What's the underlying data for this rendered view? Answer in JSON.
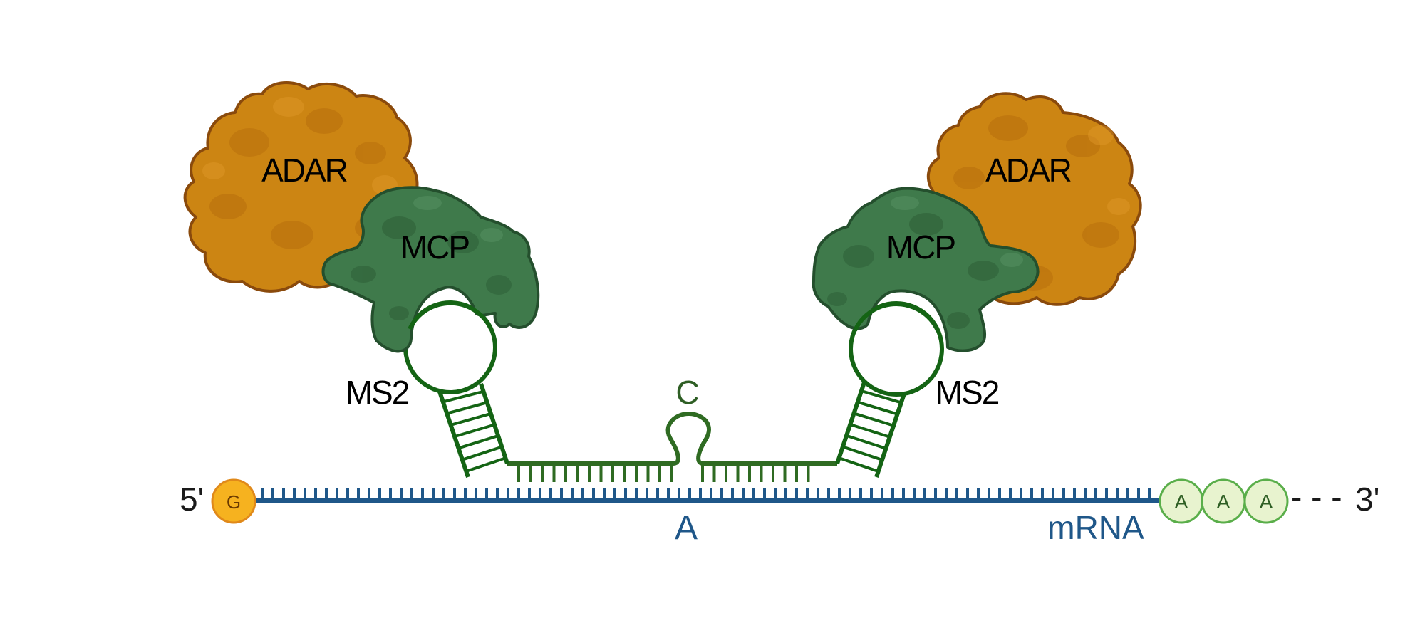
{
  "labels": {
    "adar_left": "ADAR",
    "adar_right": "ADAR",
    "mcp_left": "MCP",
    "mcp_right": "MCP",
    "ms2_left": "MS2",
    "ms2_right": "MS2",
    "c_base": "C",
    "a_base": "A",
    "mrna": "mRNA",
    "five_prime": "5'",
    "three_prime": "3'",
    "cap": "G",
    "polyA": [
      "A",
      "A",
      "A"
    ],
    "tail_dashes": "- - -"
  },
  "colors": {
    "adar_fill": "#cc8513",
    "adar_stroke": "#8a4a0c",
    "mcp_fill": "#3f7a4b",
    "mcp_stroke": "#244f2d",
    "guide_rna": "#2f6b22",
    "ms2_hairpin": "#146414",
    "mrna": "#1f5789",
    "cap_fill": "#f6b21f",
    "cap_stroke": "#e0891a",
    "polya_fill": "#e8f3cf",
    "polya_stroke": "#5aae4a"
  }
}
